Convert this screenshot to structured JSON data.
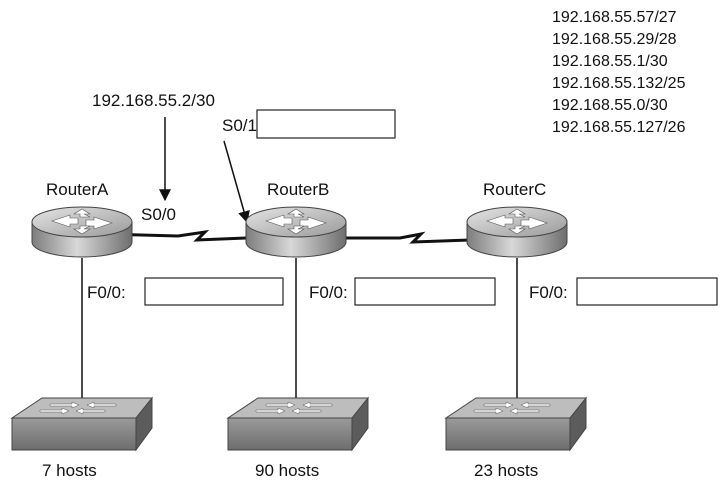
{
  "address_list": [
    "192.168.55.57/27",
    "192.168.55.29/28",
    "192.168.55.1/30",
    "192.168.55.132/25",
    "192.168.55.0/30",
    "192.168.55.127/26"
  ],
  "serial_link_label": "192.168.55.2/30",
  "routers": [
    {
      "name": "RouterA",
      "interface": "F0/0:",
      "hosts": "7 hosts"
    },
    {
      "name": "RouterB",
      "interface": "F0/0:",
      "hosts": "90 hosts"
    },
    {
      "name": "RouterC",
      "interface": "F0/0:",
      "hosts": "23 hosts"
    }
  ],
  "routerA_serial": "S0/0",
  "routerB_serial": "S0/1:"
}
